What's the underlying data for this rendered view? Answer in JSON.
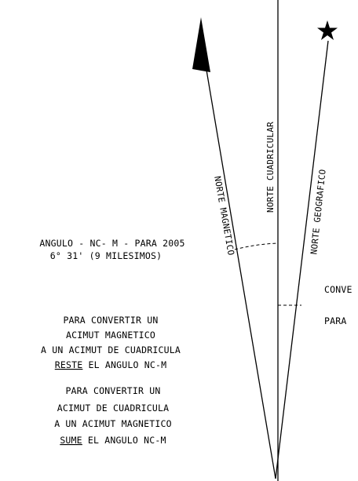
{
  "labels": {
    "norte_magnetico": "NORTE MAGNETICO",
    "norte_cuadricular": "NORTE CUADRICULAR",
    "norte_geografico": "NORTE GEOGRAFICO"
  },
  "angle_note": {
    "line1": "ANGULO - NC- M - PARA 2005",
    "line2": "6° 31' (9 MILESIMOS)"
  },
  "note_resta": {
    "line1": "PARA CONVERTIR UN",
    "line2": "ACIMUT MAGNETICO",
    "line3": "A UN ACIMUT DE CUADRICULA",
    "line4_emph": "RESTE",
    "line4_rest": " EL ANGULO NC-M"
  },
  "note_suma": {
    "line1": "PARA CONVERTIR UN",
    "line2": "ACIMUT DE CUADRICULA",
    "line3": "A UN ACIMUT MAGNETICO",
    "line4_emph": "SUME",
    "line4_rest": " EL ANGULO NC-M"
  },
  "right_partial": {
    "line1": "CONVE",
    "line2": "PARA"
  },
  "symbols": {
    "magnetic_north": "pennant-flag-icon",
    "true_north": "star-icon"
  },
  "colors": {
    "ink": "#000000",
    "background": "#ffffff"
  }
}
